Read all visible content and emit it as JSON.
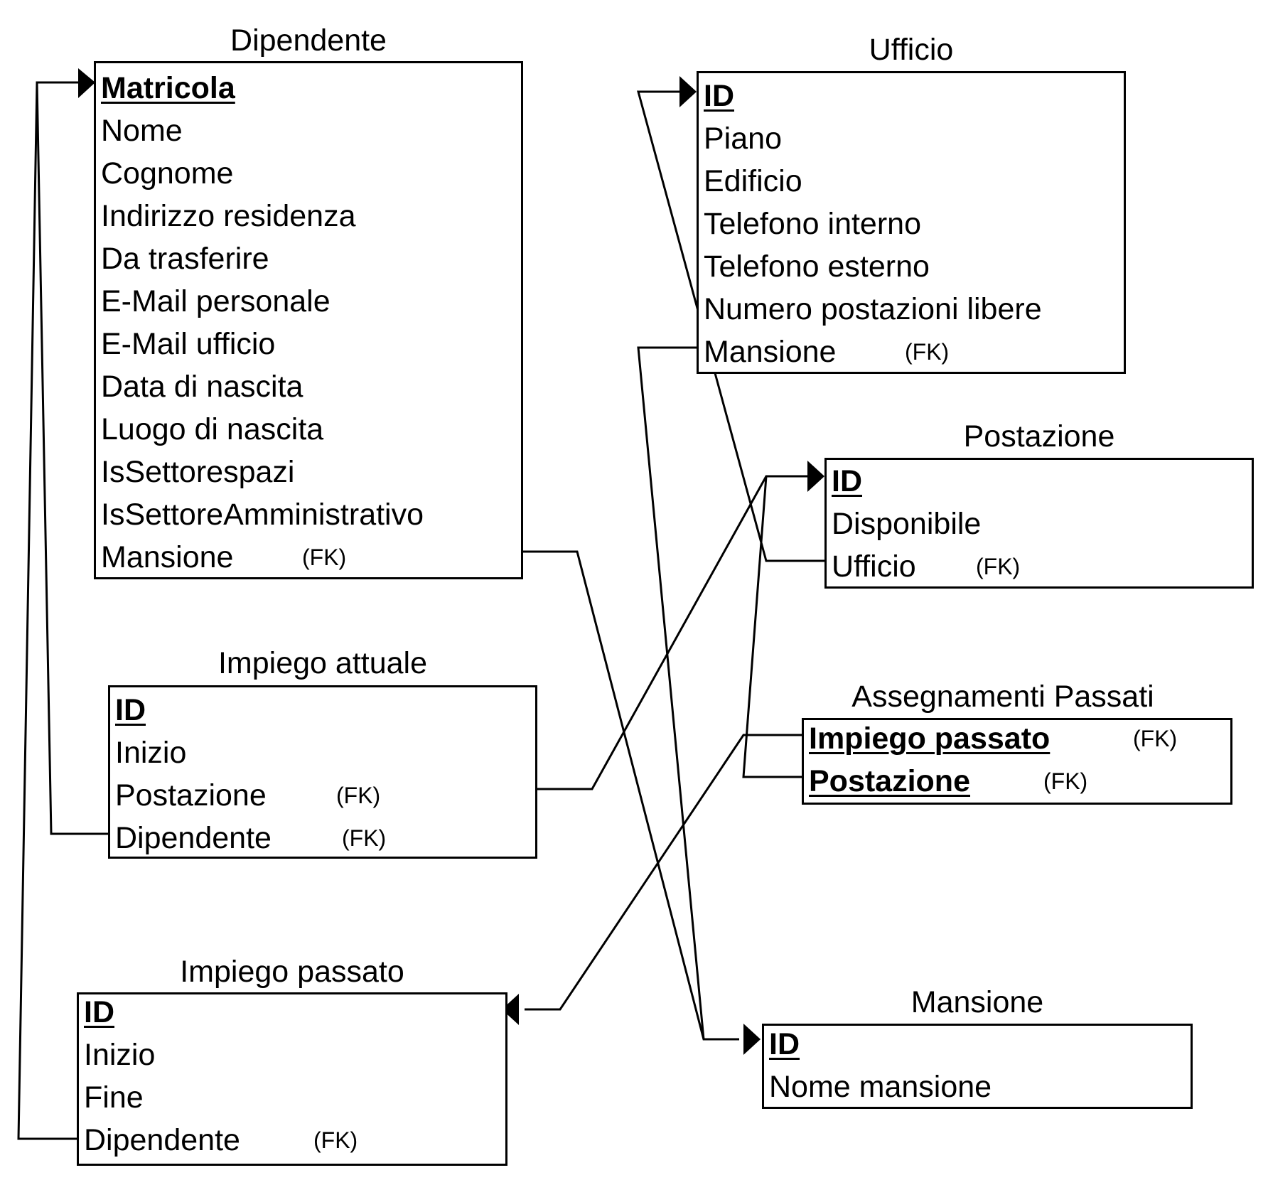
{
  "entities": {
    "dipendente": {
      "title": "Dipendente",
      "attributes": [
        "Matricola",
        "Nome",
        "Cognome",
        "Indirizzo residenza",
        "Da trasferire",
        "E-Mail personale",
        "E-Mail ufficio",
        "Data di nascita",
        "Luogo di nascita",
        "IsSettorespazi",
        "IsSettoreAmministrativo",
        "Mansione"
      ],
      "fk_label": "(FK)"
    },
    "ufficio": {
      "title": "Ufficio",
      "attributes": [
        "ID",
        "Piano",
        "Edificio",
        "Telefono interno",
        "Telefono esterno",
        "Numero postazioni libere",
        "Mansione"
      ],
      "fk_label": "(FK)"
    },
    "postazione": {
      "title": "Postazione",
      "attributes": [
        "ID",
        "Disponibile",
        "Ufficio"
      ],
      "fk_label": "(FK)"
    },
    "impiego_attuale": {
      "title": "Impiego attuale",
      "attributes": [
        "ID",
        "Inizio",
        "Postazione",
        "Dipendente"
      ],
      "fk_postazione": "(FK)",
      "fk_dipendente": "(FK)"
    },
    "assegnamenti_passati": {
      "title": "Assegnamenti Passati",
      "attributes": [
        "Impiego passato",
        "Postazione"
      ],
      "fk_impiego": "(FK)",
      "fk_postazione": "(FK)"
    },
    "impiego_passato": {
      "title": "Impiego passato",
      "attributes": [
        "ID",
        "Inizio",
        "Fine",
        "Dipendente"
      ],
      "fk_label": "(FK)"
    },
    "mansione": {
      "title": "Mansione",
      "attributes": [
        "ID",
        "Nome mansione"
      ]
    }
  },
  "colors": {
    "line": "#000000",
    "background": "#ffffff"
  }
}
